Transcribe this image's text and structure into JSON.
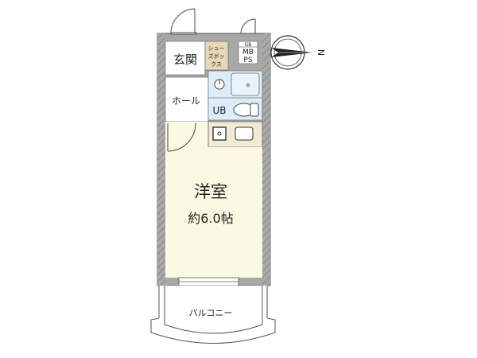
{
  "floorplan": {
    "rooms": {
      "entrance": "玄関",
      "shoe_box_lines": [
        "シュー",
        "ズボッ",
        "クス"
      ],
      "gb": "GB",
      "mb": "MB",
      "ps": "PS",
      "hall": "ホール",
      "unit_bath": "UB",
      "western_room": "洋室",
      "western_room_size": "約6.0帖",
      "balcony": "バルコニー"
    },
    "compass": {
      "label": "N",
      "direction": "east"
    },
    "colors": {
      "wall": "#a8a8a8",
      "room_floor": "#fbf8e3",
      "bath": "#dcedf7",
      "kitchen": "#f3ead6",
      "shoe_box": "#e7d8b8"
    }
  }
}
